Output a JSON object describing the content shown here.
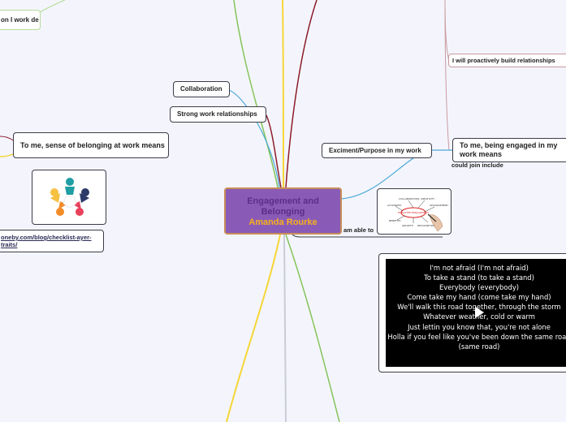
{
  "colors": {
    "background": "#f4f5fc",
    "central_fill": "#8a5bb6",
    "central_title": "#5b2e8a",
    "central_author": "#f7b11d",
    "branch_yellow": "#f6d637",
    "branch_green": "#84c45b",
    "branch_red": "#8c1c2a",
    "branch_blue": "#4aa8d8",
    "branch_gray": "#c9ccd6"
  },
  "central": {
    "title": "Engagement and Belonging",
    "author": "Amanda Rourke"
  },
  "topics": {
    "collaboration": "Collaboration",
    "strong_relationships": "Strong work relationships",
    "excitement_purpose": "Exciment/Purpose in my work",
    "belonging_means": "To me, sense of belonging at work means",
    "engaged_means": "To me, being engaged in my work means",
    "proactive_relationships": "I will proactively build relationships",
    "could_join": "could join include",
    "able_to": "am able to",
    "partial_top_left": "on I work de",
    "link_text": "oneby.com/blog/checklist-ayer-traits/"
  },
  "images": {
    "people_icon": "team-circle-icon",
    "diagram_icon": "whiteboard-diagram-icon",
    "diagram_words": [
      "COLLABORATION",
      "CREATIVITY",
      "AUTONOMY",
      "ADVANCEMENT",
      "EMPLOYEE ENGAGEMENT",
      "BENEFITS",
      "GROWTH",
      "RECOGNITION"
    ]
  },
  "video": {
    "lyrics": [
      "I'm not afraid (I'm not afraid)",
      "To take a stand (to take a stand)",
      "Everybody (everybody)",
      "Come take my hand (come take my hand)",
      "We'll walk this road together, through the storm",
      "Whatever weather, cold or warm",
      "Just lettin you know that, you're not alone",
      "Holla if you feel like you've been down the same road",
      "(same road)"
    ],
    "play_icon": "play-icon"
  }
}
